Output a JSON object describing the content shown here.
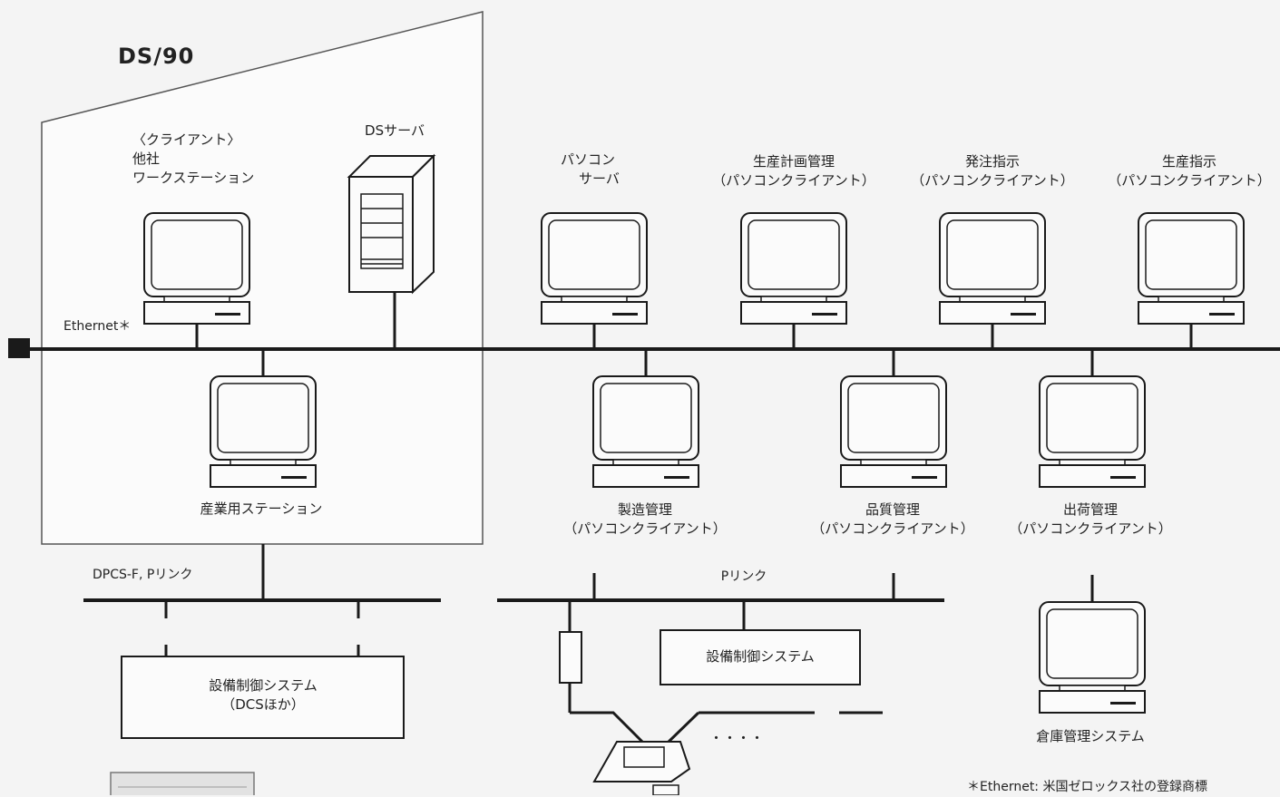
{
  "diagram": {
    "ds_title": "DS/90",
    "ethernet_label": "Ethernet＊",
    "client_ws": [
      "〈クライアント〉",
      "他社",
      "ワークステーション"
    ],
    "ds_server": "DSサーバ",
    "pc_server": [
      "パソコン",
      "サーバ"
    ],
    "production_planning": [
      "生産計画管理",
      "（パソコンクライアント）"
    ],
    "order_instruction": [
      "発注指示",
      "（パソコンクライアント）"
    ],
    "production_instruction": [
      "生産指示",
      "（パソコンクライアント）"
    ],
    "industrial_station": "産業用ステーション",
    "manufacturing_mgmt": [
      "製造管理",
      "（パソコンクライアント）"
    ],
    "quality_mgmt": [
      "品質管理",
      "（パソコンクライアント）"
    ],
    "shipping_mgmt": [
      "出荷管理",
      "（パソコンクライアント）"
    ],
    "dpcs_label": "DPCS-F, Pリンク",
    "plink_label": "Pリンク",
    "equipment_dcs": [
      "設備制御システム",
      "（DCSほか）"
    ],
    "equipment_ctrl": "設備制御システム",
    "warehouse": "倉庫管理システム",
    "ellipsis": "・・・・",
    "footnote": "＊Ethernet: 米国ゼロックス社の登録商標"
  },
  "colors": {
    "line": "#1a1a1a",
    "background": "#f4f4f4",
    "device_fill": "#fbfbfb"
  }
}
